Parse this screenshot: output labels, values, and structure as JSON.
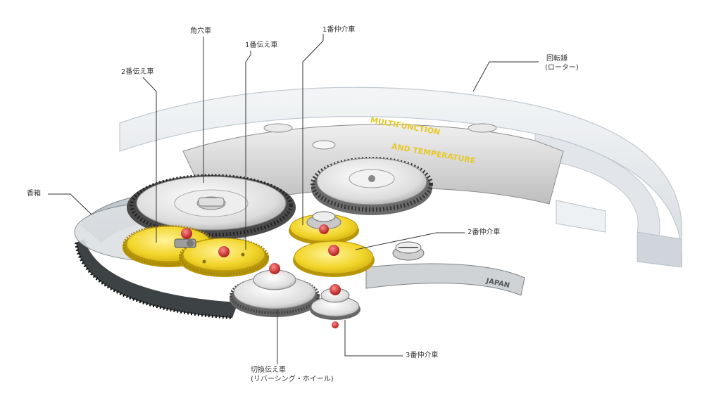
{
  "labels": {
    "kakuana": "角穴車",
    "ichiban_denshaku": "1番伝え車",
    "ichiban_chukai": "1番仲介車",
    "niban_denshaku": "2番伝え車",
    "kaitensui_line1": "回転錘",
    "kaitensui_line2": "(ローター)",
    "kohako": "香箱",
    "niban_chukai": "2番仲介車",
    "sanban_chukai": "3番仲介車",
    "kirikae_line1": "切換伝え車",
    "kirikae_line2": "(リバーシング・ホイール)"
  },
  "plate_text": {
    "line1": "MULTIFUNCTION",
    "line2": "AND TEMPERATURE",
    "badge": "JAPAN"
  },
  "colors": {
    "gear_gold": "#f2d52a",
    "gear_silver": "#dcdcdc",
    "jewel_red": "#d6282a",
    "rotor_glass": "#e6eaee",
    "leader_line": "#333333"
  }
}
